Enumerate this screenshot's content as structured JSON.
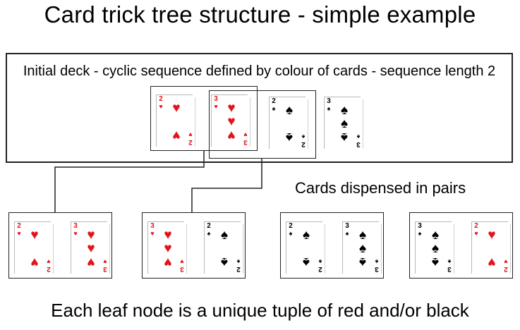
{
  "title": "Card trick tree structure - simple example",
  "deck_label": "Initial deck - cyclic sequence defined by colour of cards - sequence length 2",
  "pairs_label": "Cards dispensed in pairs",
  "footer": "Each leaf node is a unique tuple of red and/or black",
  "colors": {
    "red": "#e2141b",
    "black": "#000000"
  },
  "deck": [
    {
      "rank": "2",
      "suit": "heart",
      "suit_symbol": "♥",
      "color": "red"
    },
    {
      "rank": "3",
      "suit": "heart",
      "suit_symbol": "♥",
      "color": "red"
    },
    {
      "rank": "2",
      "suit": "spade",
      "suit_symbol": "♠",
      "color": "black"
    },
    {
      "rank": "3",
      "suit": "spade",
      "suit_symbol": "♠",
      "color": "black"
    }
  ],
  "leaves": [
    {
      "cards": [
        {
          "rank": "2",
          "suit_symbol": "♥",
          "color": "red"
        },
        {
          "rank": "3",
          "suit_symbol": "♥",
          "color": "red"
        }
      ]
    },
    {
      "cards": [
        {
          "rank": "3",
          "suit_symbol": "♥",
          "color": "red"
        },
        {
          "rank": "2",
          "suit_symbol": "♠",
          "color": "black"
        }
      ]
    },
    {
      "cards": [
        {
          "rank": "2",
          "suit_symbol": "♠",
          "color": "black"
        },
        {
          "rank": "3",
          "suit_symbol": "♠",
          "color": "black"
        }
      ]
    },
    {
      "cards": [
        {
          "rank": "3",
          "suit_symbol": "♠",
          "color": "black"
        },
        {
          "rank": "2",
          "suit_symbol": "♥",
          "color": "red"
        }
      ]
    }
  ]
}
